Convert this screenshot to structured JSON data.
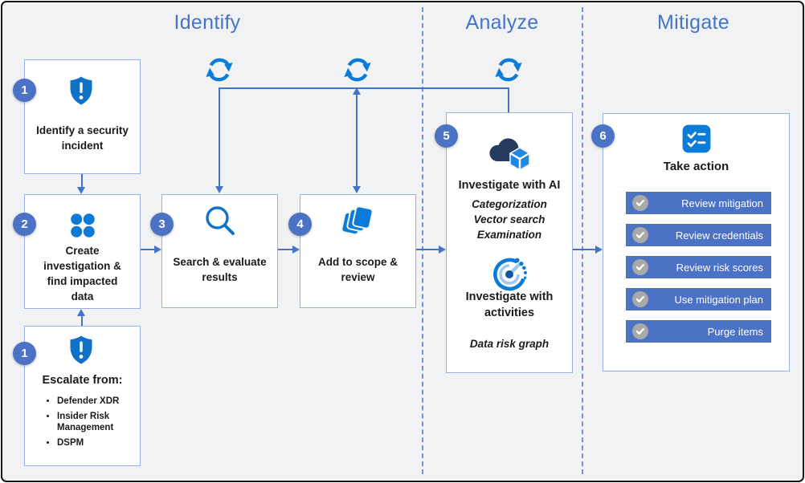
{
  "phases": [
    "Identify",
    "Analyze",
    "Mitigate"
  ],
  "steps": {
    "identify_incident": {
      "number": "1",
      "label": "Identify a security incident",
      "icon": "shield-alert-icon"
    },
    "create_investigation": {
      "number": "2",
      "label": "Create investigation & find impacted data",
      "icon": "dots-grid-icon"
    },
    "escalate": {
      "number": "1",
      "title": "Escalate from:",
      "icon": "shield-alert-icon",
      "sources": [
        "Defender XDR",
        "Insider Risk Management",
        "DSPM"
      ]
    },
    "search_evaluate": {
      "number": "3",
      "label": "Search & evaluate results",
      "icon": "search-icon"
    },
    "add_scope": {
      "number": "4",
      "label": "Add to scope & review",
      "icon": "layers-icon"
    },
    "investigate": {
      "number": "5",
      "ai_title": "Investigate with AI",
      "ai_methods": [
        "Categorization",
        "Vector search",
        "Examination"
      ],
      "ai_icon": "cloud-cube-icon",
      "activities_title": "Investigate with activities",
      "activities_note": "Data risk graph",
      "activities_icon": "activity-gauge-icon"
    },
    "take_action": {
      "number": "6",
      "title": "Take action",
      "icon": "task-list-icon",
      "actions": [
        "Review mitigation",
        "Review credentials",
        "Review risk scores",
        "Use mitigation plan",
        "Purge items"
      ]
    }
  },
  "loop_icon": "sync-arrows-icon",
  "action_check_icon": "check-circle-icon",
  "colors": {
    "accent_blue": "#4573C8",
    "icon_blue": "#0B7BD8",
    "shield_blue": "#1072C6",
    "cloud_navy": "#243A5E",
    "button_blue": "#4B72C4",
    "box_border": "#94B2DF",
    "dash_line": "#6E93D6",
    "check_gray": "#A9A9A9",
    "background": "#F1F2F3"
  }
}
